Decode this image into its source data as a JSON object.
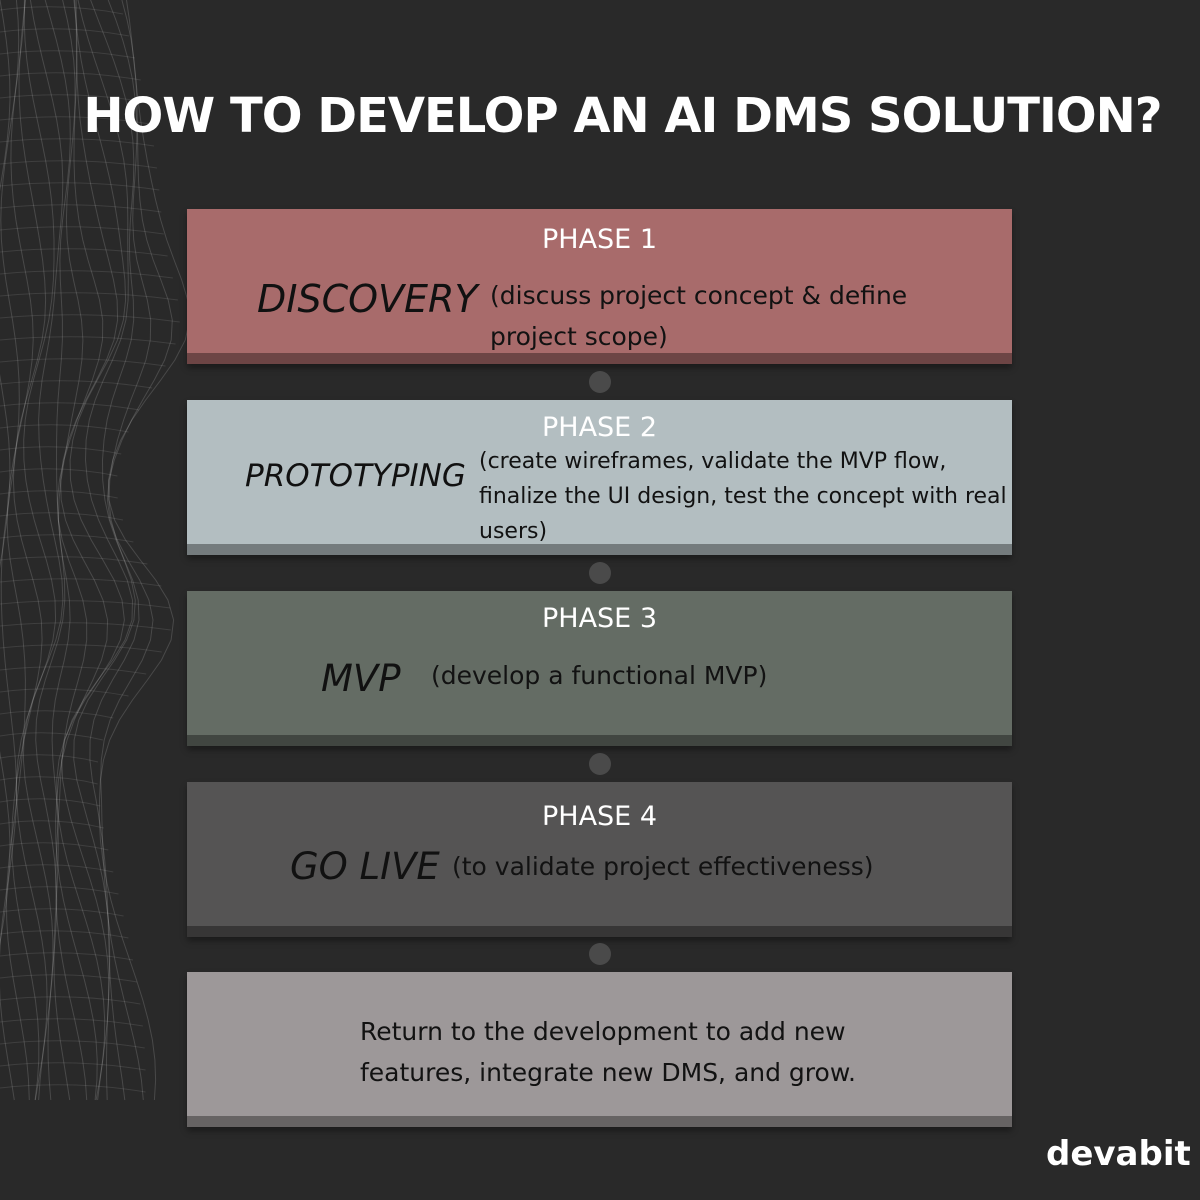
{
  "title": "HOW TO DEVELOP AN AI DMS SOLUTION?",
  "phases": [
    {
      "phase": "PHASE 1",
      "name": "DISCOVERY",
      "desc": "(discuss project concept & define project scope)",
      "color": "#a86b6b"
    },
    {
      "phase": "PHASE 2",
      "name": "PROTOTYPING",
      "desc": "(create wireframes, validate the MVP flow, finalize the UI design, test the concept with real users)",
      "color": "#b3bec1"
    },
    {
      "phase": "PHASE 3",
      "name": "MVP",
      "desc": "(develop a functional MVP)",
      "color": "#646c64"
    },
    {
      "phase": "PHASE 4",
      "name": "GO LIVE",
      "desc": "(to validate project effectiveness)",
      "color": "#555454"
    }
  ],
  "final": {
    "text": "Return to the development to add new features, integrate new DMS, and grow.",
    "color": "#9d9899"
  },
  "brand": "devabit",
  "colors": {
    "background": "#292929",
    "connector": "#4a4a4a"
  }
}
